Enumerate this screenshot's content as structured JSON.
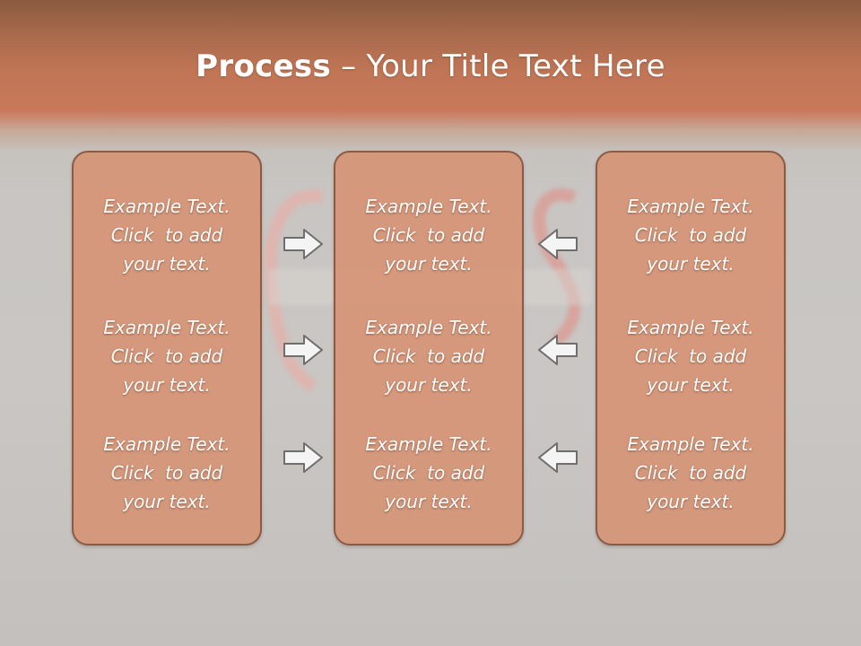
{
  "title": {
    "bold": "Process",
    "separator": " – ",
    "rest": "Your Title Text Here"
  },
  "columns": [
    {
      "cells": [
        {
          "line1": "Example Text.",
          "line2": "Click  to add",
          "line3": "your text."
        },
        {
          "line1": "Example Text.",
          "line2": "Click  to add",
          "line3": "your text."
        },
        {
          "line1": "Example Text.",
          "line2": "Click  to add",
          "line3": "your text."
        }
      ]
    },
    {
      "cells": [
        {
          "line1": "Example Text.",
          "line2": "Click  to add",
          "line3": "your text."
        },
        {
          "line1": "Example Text.",
          "line2": "Click  to add",
          "line3": "your text."
        },
        {
          "line1": "Example Text.",
          "line2": "Click  to add",
          "line3": "your text."
        }
      ]
    },
    {
      "cells": [
        {
          "line1": "Example Text.",
          "line2": "Click  to add",
          "line3": "your text."
        },
        {
          "line1": "Example Text.",
          "line2": "Click  to add",
          "line3": "your text."
        },
        {
          "line1": "Example Text.",
          "line2": "Click  to add",
          "line3": "your text."
        }
      ]
    }
  ],
  "arrows": {
    "left_group": "arrow-right-icon",
    "right_group": "arrow-left-icon"
  },
  "colors": {
    "header": "#c17656",
    "box_fill": "#d69272",
    "box_border": "#8b5a44",
    "text": "#ffffff"
  }
}
